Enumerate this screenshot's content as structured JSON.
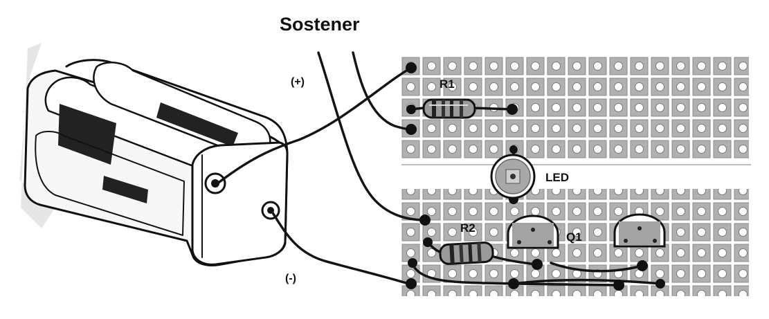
{
  "diagram": {
    "title": "Sostener",
    "labels": {
      "positive": "(+)",
      "negative": "(-)",
      "r1": "R1",
      "r2": "R2",
      "led": "LED",
      "q1": "Q1"
    },
    "components": {
      "battery_holder": "battery-holder",
      "resistor_1": "resistor",
      "resistor_2": "resistor",
      "led": "led",
      "transistor_q1": "transistor",
      "transistor_2": "transistor"
    },
    "colors": {
      "ink": "#111111",
      "board": "#b3b3b3",
      "pad": "#ffffff",
      "wire": "#141414"
    }
  }
}
